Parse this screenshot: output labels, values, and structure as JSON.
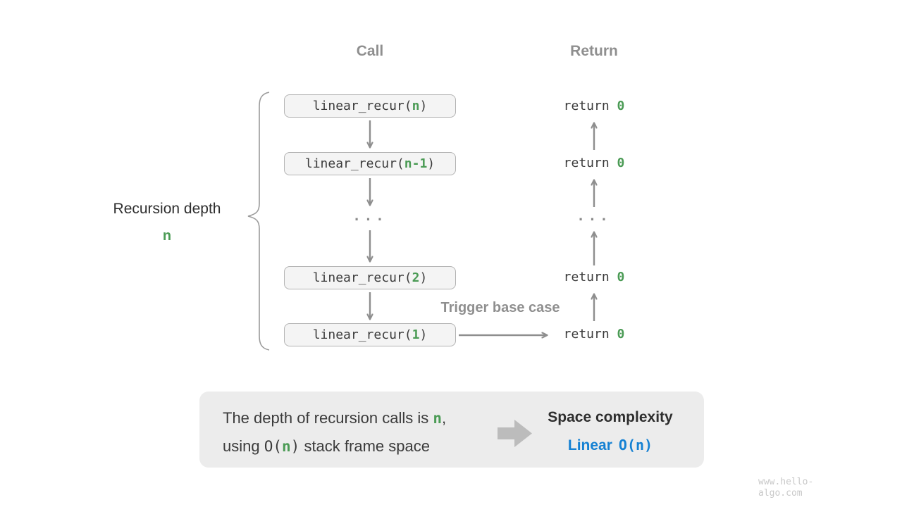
{
  "diagram": {
    "column_headers": {
      "call": "Call",
      "return": "Return"
    },
    "depth_label": {
      "text": "Recursion depth",
      "value": "n"
    },
    "calls": [
      {
        "pre": "linear_recur(",
        "arg": "n",
        "post": ")"
      },
      {
        "pre": "linear_recur(",
        "arg": "n-1",
        "post": ")"
      },
      {
        "pre": "linear_recur(",
        "arg": "2",
        "post": ")"
      },
      {
        "pre": "linear_recur(",
        "arg": "1",
        "post": ")"
      }
    ],
    "ellipsis": "...",
    "returns": [
      {
        "keyword": "return ",
        "value": "0"
      },
      {
        "keyword": "return ",
        "value": "0"
      },
      {
        "keyword": "return ",
        "value": "0"
      },
      {
        "keyword": "return ",
        "value": "0"
      }
    ],
    "trigger_label": "Trigger base case"
  },
  "summary": {
    "line1": {
      "text": "The depth of recursion calls is ",
      "highlight": "n",
      "suffix": ","
    },
    "line2": {
      "prefix": "using ",
      "code_open": "O(",
      "highlight": "n",
      "code_close": ")",
      "suffix": " stack frame space"
    },
    "result": {
      "title": "Space complexity",
      "value_label": "Linear",
      "value_code": "O(n)"
    }
  },
  "watermark": "www.hello-algo.com",
  "colors": {
    "green": "#4b9b55",
    "blue": "#1581d3",
    "label_gray": "#8f8f8f",
    "arrow_gray": "#8e8e8e",
    "box_fill": "#f4f4f4",
    "box_border": "#b3b3b3",
    "summary_fill": "#ececec"
  }
}
